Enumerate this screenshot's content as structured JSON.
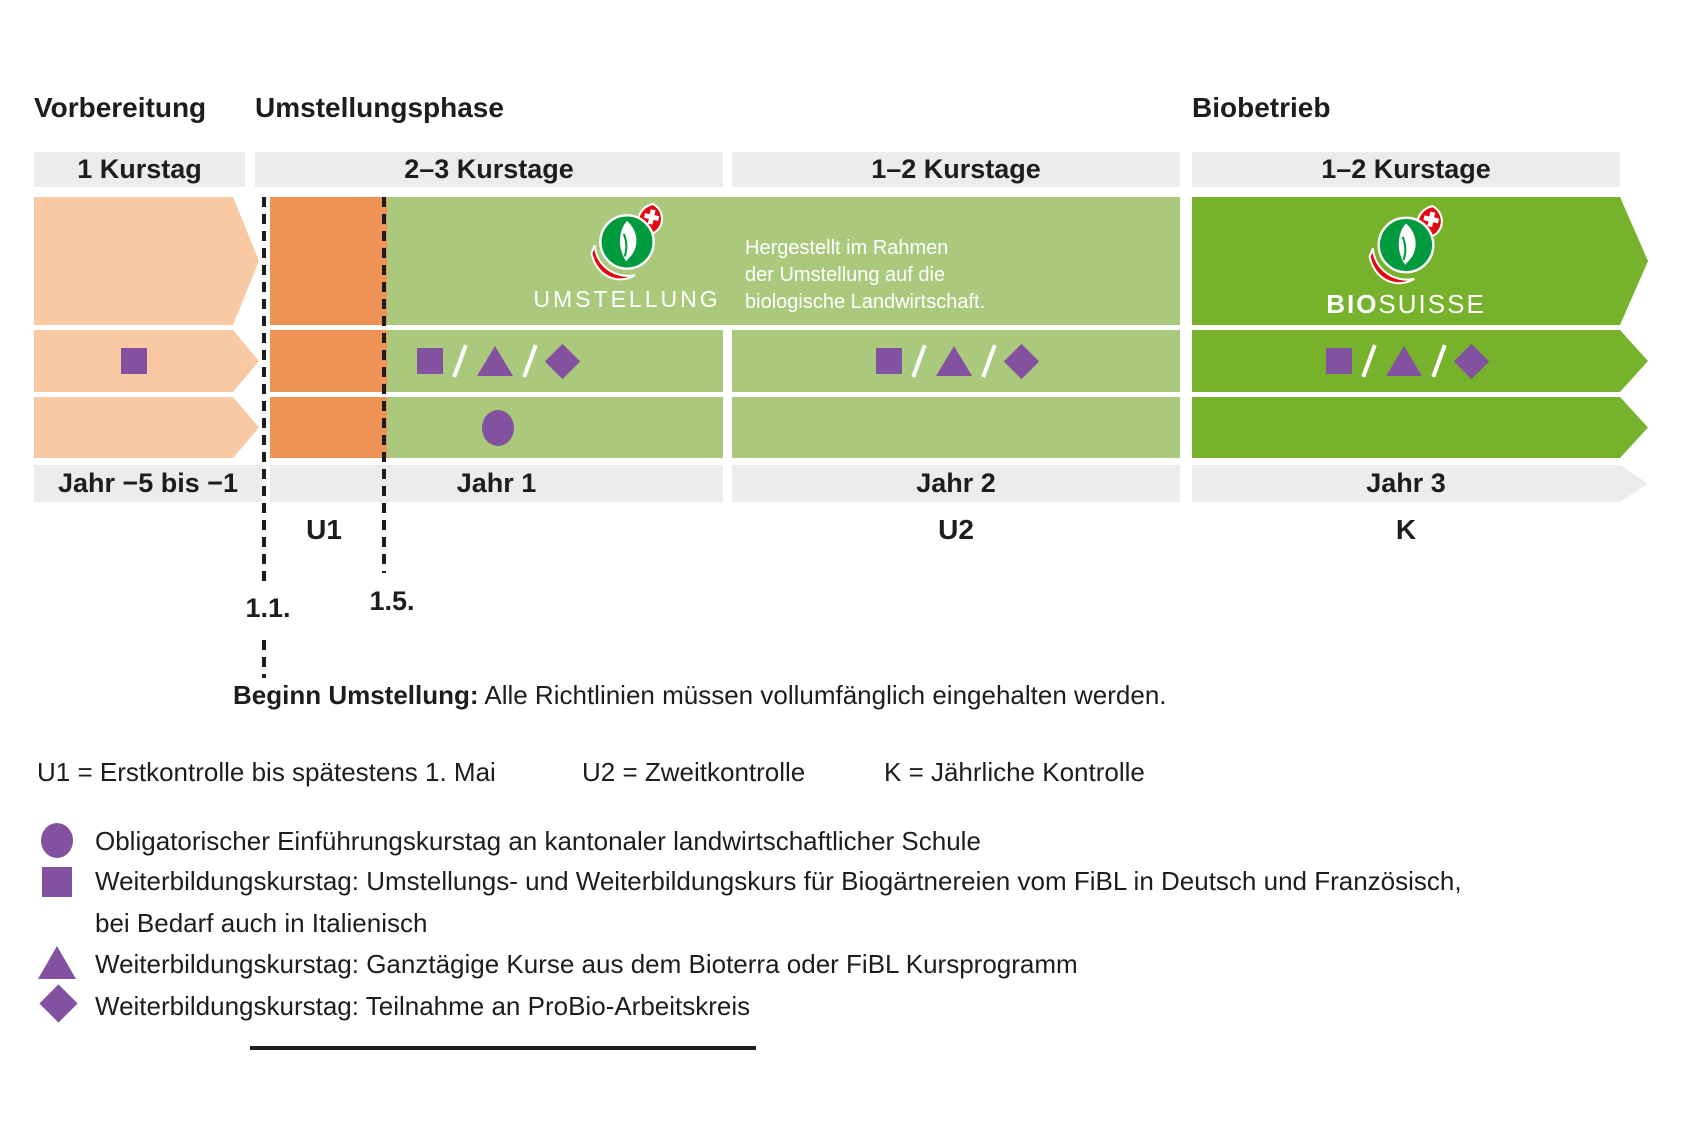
{
  "colors": {
    "peach": "#f8c9a2",
    "orange": "#ee9256",
    "lgreen": "#aac97d",
    "dgreen": "#76b22b",
    "purple": "#82519f",
    "gray": "#ececec",
    "ink": "#1d1d1b",
    "logo-green": "#009b3e",
    "logo-red": "#e30613"
  },
  "phases": {
    "vorbereitung": "Vorbereitung",
    "umstellungsphase": "Umstellungsphase",
    "biobetrieb": "Biobetrieb"
  },
  "course_headers": {
    "s1": "1 Kurstag",
    "s2": "2–3 Kurstage",
    "s3": "1–2 Kurstage",
    "s4": "1–2 Kurstage"
  },
  "claim": {
    "line1": "Hergestellt im Rahmen",
    "line2": "der Umstellung auf die",
    "line3": "biologische Landwirtschaft."
  },
  "logos": {
    "umstellung": "UMSTELLUNG",
    "bio": "BIO",
    "suisse": "SUISSE"
  },
  "years": {
    "s1": "Jahr −5 bis −1",
    "s2": "Jahr 1",
    "s3": "Jahr 2",
    "s4": "Jahr 3"
  },
  "controls": {
    "u1": "U1",
    "u2": "U2",
    "k": "K"
  },
  "dates": {
    "start": "1.1.",
    "may": "1.5."
  },
  "beginn": {
    "label": "Beginn Umstellung:",
    "text": " Alle Richtlinien müssen vollumfänglich eingehalten werden."
  },
  "kontrollen": {
    "u1": "U1 = Erstkontrolle bis spätestens 1. Mai",
    "u2": "U2 = Zweitkontrolle",
    "k": "K = Jährliche Kontrolle"
  },
  "legend": {
    "circle": "Obligatorischer Einführungskurstag an kantonaler landwirtschaftlicher Schule",
    "square_line1": "Weiterbildungskurstag: Umstellungs- und Weiterbildungskurs für Biogärtnereien vom FiBL in Deutsch und Französisch,",
    "square_line2": "bei Bedarf auch in Italienisch",
    "triangle": "Weiterbildungskurstag: Ganztägige Kurse aus dem Bioterra oder FiBL Kursprogramm",
    "diamond": "Weiterbildungskurstag: Teilnahme an ProBio-Arbeitskreis"
  }
}
